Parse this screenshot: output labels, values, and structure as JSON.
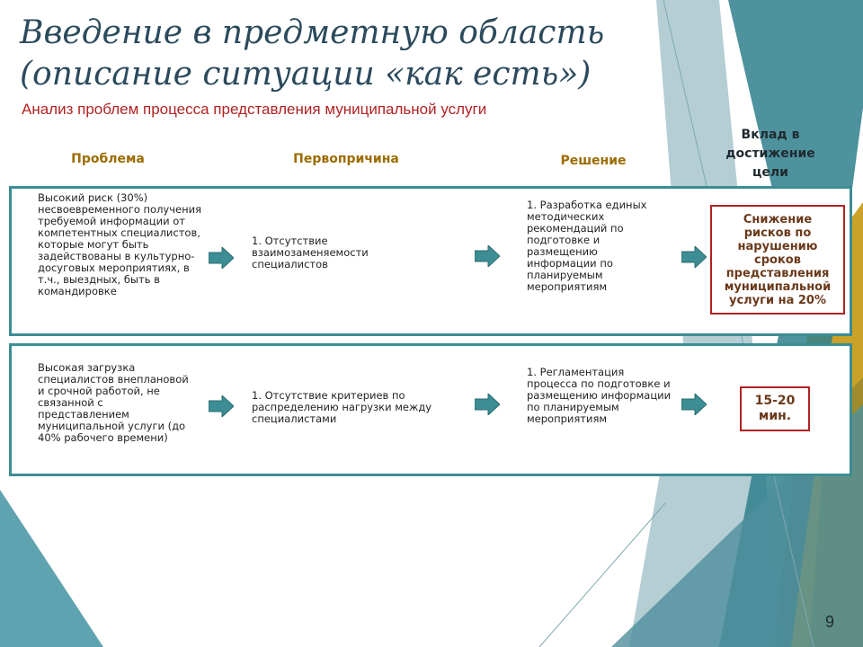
{
  "slide": {
    "title_line1": "Введение в предметную область",
    "title_line2": "(описание ситуации «как есть»)",
    "subtitle": "Анализ проблем процесса представления муниципальной услуги",
    "page_number": "9"
  },
  "columns": {
    "problem": "Проблема",
    "cause": "Первопричина",
    "solution": "Решение",
    "contribution": "Вклад в достижение цели"
  },
  "rows": [
    {
      "problem": "Высокий риск (30%) несвоевременного получения требуемой информации от компетентных специалистов, которые могут быть задействованы в культурно-досуговых мероприятиях, в т.ч., выездных, быть в командировке",
      "cause": "1. Отсутствие взаимозаменяемости специалистов",
      "solution": "1. Разработка единых методических рекомендаций по подготовке и размещению информации по планируемым мероприятиям",
      "contribution": "Снижение рисков по нарушению сроков представления муниципальной услуги на 20%"
    },
    {
      "problem": "Высокая загрузка специалистов внеплановой и срочной работой, не связанной с представлением муниципальной услуги (до 40% рабочего времени)",
      "cause": "1. Отсутствие критериев по распределению нагрузки между специалистами",
      "solution": "1. Регламентация процесса по подготовке и размещению информации по планируемым мероприятиям",
      "contribution": "15-20 мин."
    }
  ],
  "colors": {
    "accent_teal": "#3c8d94",
    "accent_gold": "#c9a227",
    "header_text": "#9c6c00",
    "title_text": "#2b4a5c",
    "subtitle_red": "#b22222"
  },
  "icons": {
    "flow_arrow": "right-arrow-icon"
  }
}
